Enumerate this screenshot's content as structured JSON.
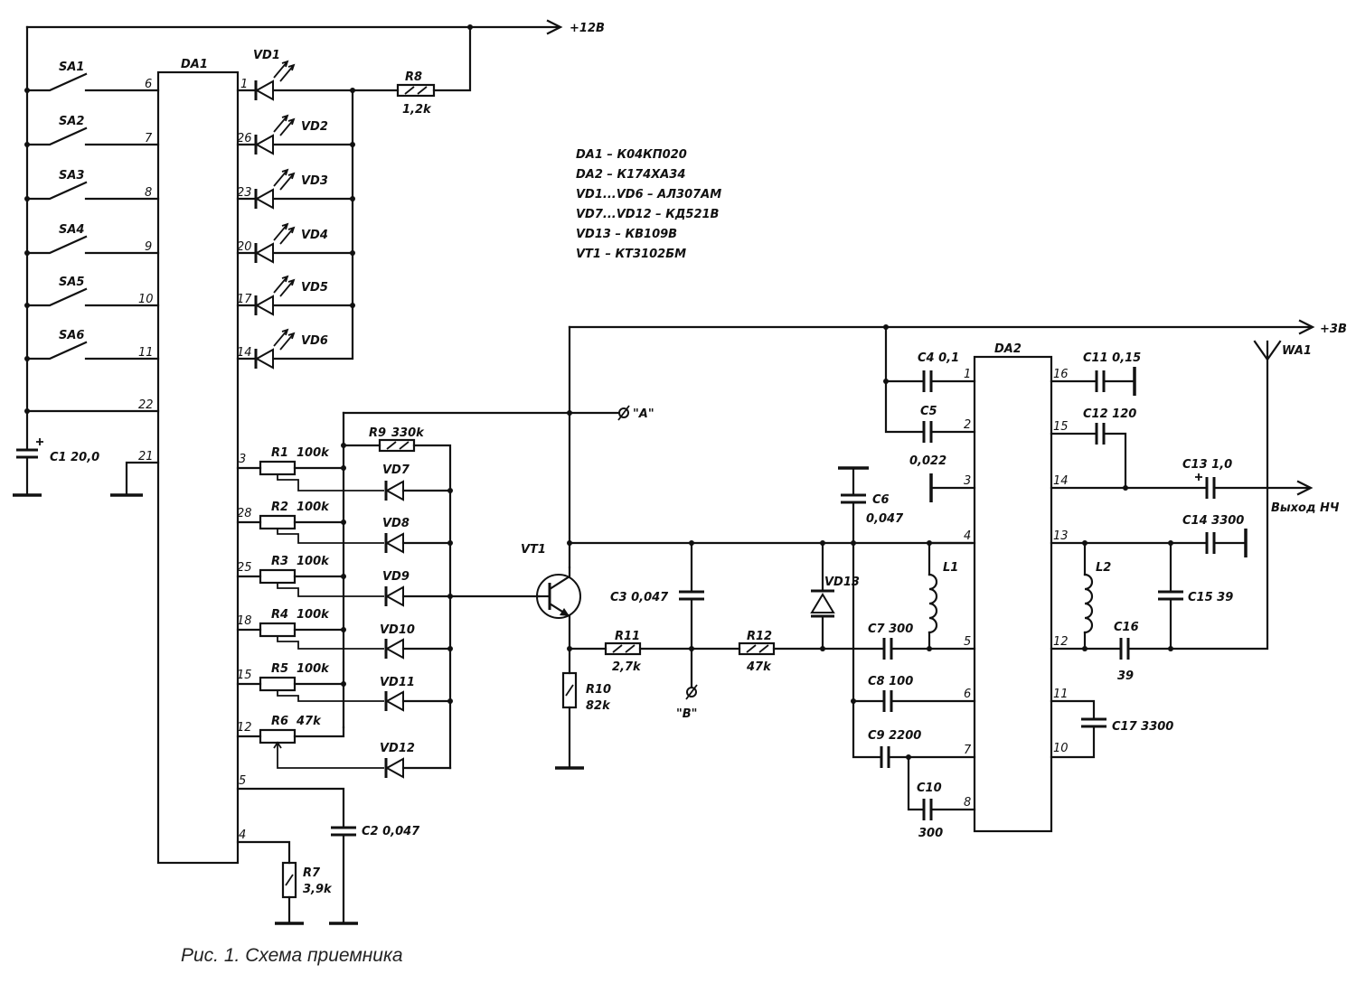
{
  "caption": "Рис. 1. Схема приемника",
  "rails": {
    "plus12": "+12В",
    "plus3": "+3В",
    "out": "Выход НЧ",
    "point_a": "\"А\"",
    "point_b": "\"В\"",
    "antenna": "WA1"
  },
  "parts_list": [
    "DA1  –  К04КП020",
    "DA2  –  К174ХА34",
    "VD1...VD6  –  АЛ307АМ",
    "VD7...VD12  –  КД521В",
    "VD13  –  КВ109В",
    "VT1  –  КТ3102БМ"
  ],
  "ic": {
    "da1": "DA1",
    "da2": "DA2",
    "da1_left_pins": [
      "6",
      "7",
      "8",
      "9",
      "10",
      "11",
      "22",
      "21"
    ],
    "da1_right_pins_top": [
      "1",
      "26",
      "23",
      "20",
      "17",
      "14"
    ],
    "da1_right_pins_bottom": [
      "3",
      "28",
      "25",
      "18",
      "15",
      "12",
      "5",
      "4"
    ],
    "da2_left_pins": [
      "1",
      "2",
      "3",
      "4",
      "5",
      "6",
      "7",
      "8"
    ],
    "da2_right_pins": [
      "16",
      "15",
      "14",
      "13",
      "12",
      "11",
      "10"
    ]
  },
  "switches": [
    "SA1",
    "SA2",
    "SA3",
    "SA4",
    "SA5",
    "SA6"
  ],
  "leds": [
    "VD1",
    "VD2",
    "VD3",
    "VD4",
    "VD5",
    "VD6"
  ],
  "diodes": [
    "VD7",
    "VD8",
    "VD9",
    "VD10",
    "VD11",
    "VD12"
  ],
  "pots": [
    {
      "name": "R1",
      "value": "100k"
    },
    {
      "name": "R2",
      "value": "100k"
    },
    {
      "name": "R3",
      "value": "100k"
    },
    {
      "name": "R4",
      "value": "100k"
    },
    {
      "name": "R5",
      "value": "100k"
    },
    {
      "name": "R6",
      "value": "47k"
    }
  ],
  "resistors": {
    "r7": "R7",
    "r7v": "3,9k",
    "r8": "R8",
    "r8v": "1,2k",
    "r9": "R9",
    "r9v": "330k",
    "r10": "R10",
    "r10v": "82k",
    "r11": "R11",
    "r11v": "2,7k",
    "r12": "R12",
    "r12v": "47k"
  },
  "caps": {
    "c1": "C1 20,0",
    "c2": "C2 0,047",
    "c3": "C3 0,047",
    "c4": "C4 0,1",
    "c5": "C5",
    "c5v": "0,022",
    "c6": "C6",
    "c6v": "0,047",
    "c7": "C7 300",
    "c8": "C8 100",
    "c9": "C9 2200",
    "c10": "C10",
    "c10v": "300",
    "c11": "C11 0,15",
    "c12": "C12 120",
    "c13": "C13 1,0",
    "c14": "C14 3300",
    "c15": "C15 39",
    "c16": "C16",
    "c16v": "39",
    "c17": "C17 3300"
  },
  "other": {
    "vt1": "VT1",
    "vd13": "VD13",
    "l1": "L1",
    "l2": "L2"
  }
}
